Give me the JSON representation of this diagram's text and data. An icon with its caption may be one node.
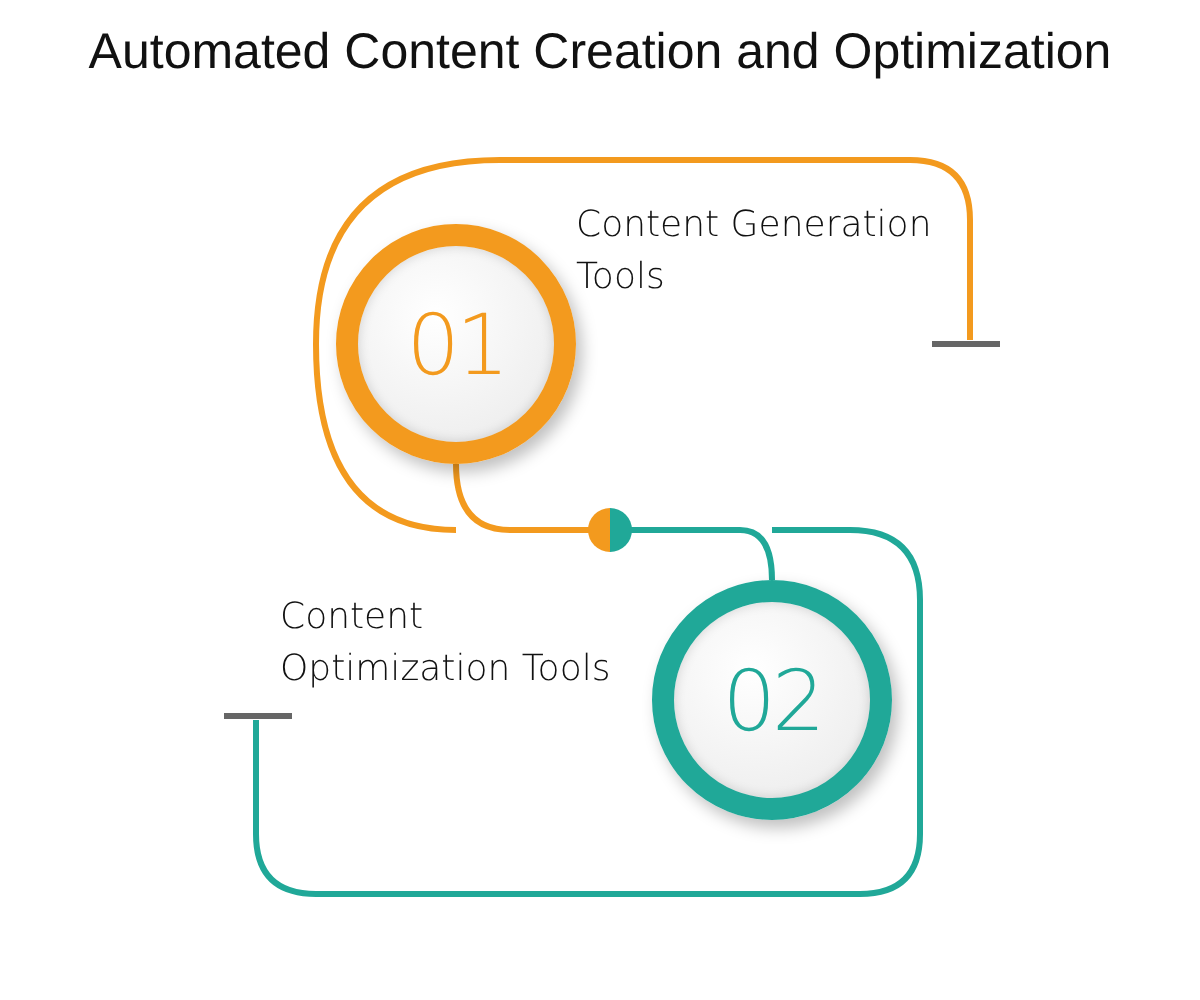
{
  "diagram": {
    "title": "Automated Content Creation and Optimization",
    "nodes": [
      {
        "text": [
          "01"
        ],
        "beside": [
          "Content Generation Tools"
        ]
      },
      {
        "text": [
          "02"
        ],
        "beside": [
          "Content Optimization Tools"
        ]
      }
    ],
    "edges": [
      {
        "from": 0,
        "to": 1,
        "arrow": "none"
      }
    ]
  }
}
